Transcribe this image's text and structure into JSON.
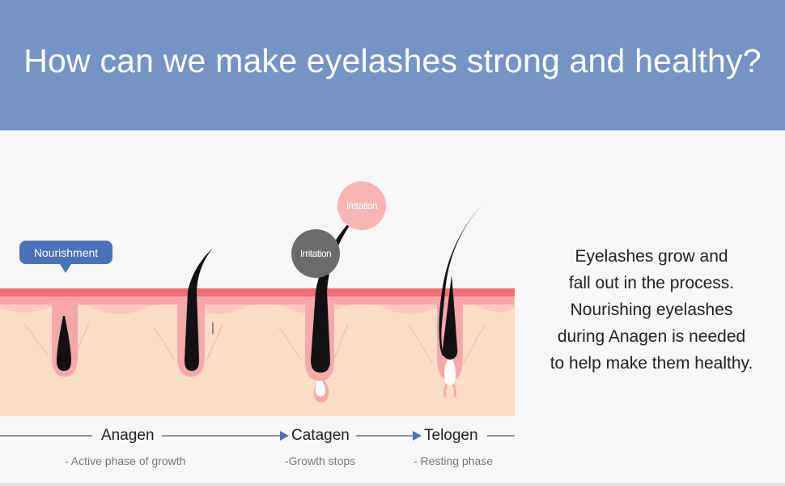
{
  "header": {
    "title": "How can we make eyelashes strong and healthy?"
  },
  "callouts": {
    "nourishment": "Nourishment",
    "irritation_dark": "Irritation",
    "irritation_light": "Irritation"
  },
  "phases": [
    {
      "name": "Anagen",
      "sub": "- Active phase of growth"
    },
    {
      "name": "Catagen",
      "sub": "-Growth stops"
    },
    {
      "name": "Telogen",
      "sub": "- Resting phase"
    }
  ],
  "description": {
    "lines": [
      "Eyelashes grow and",
      "fall out in the process.",
      "Nourishing eyelashes",
      "during Anagen is needed",
      "to help make them healthy."
    ]
  },
  "colors": {
    "banner": "#7594c5",
    "skin_top": "#f26f73",
    "skin": "#fbdcc8",
    "follicle": "#f4a9a8",
    "hair": "#111111",
    "accent_blue": "#4a72b8",
    "irritation_dark": "#6b6b6b",
    "irritation_light": "#f6b6b4"
  }
}
